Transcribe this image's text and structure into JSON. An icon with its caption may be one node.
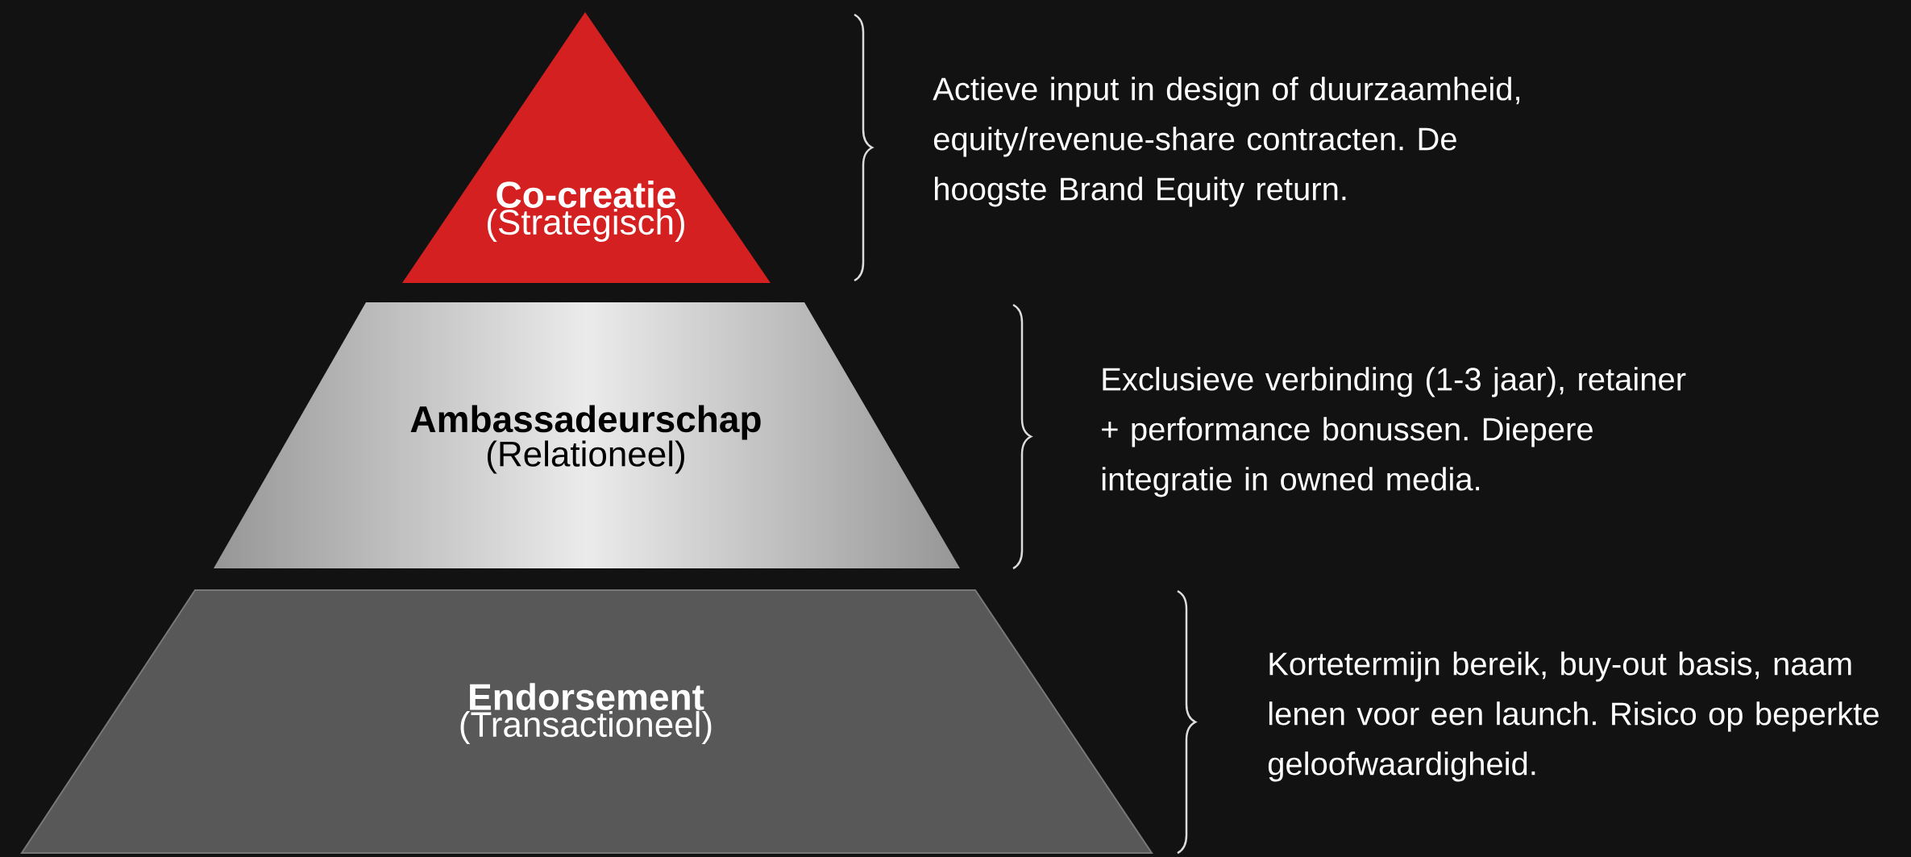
{
  "diagram": {
    "nodes": [
      {
        "text": [
          "Co-creatie",
          "(Strategisch)"
        ]
      },
      {
        "text": [
          "Ambassadeurschap",
          "(Relationeel)"
        ]
      },
      {
        "text": [
          "Endorsement",
          "(Transactioneel)"
        ]
      }
    ],
    "labels": [
      "Actieve input in design of duurzaamheid, equity/revenue-share contracten. De hoogste Brand Equity return.",
      "Exclusieve verbinding (1-3 jaar), retainer + performance bonussen. Diepere integratie in owned media.",
      "Kortetermijn bereik, buy-out basis, naam lenen voor een launch. Risico op beperkte geloofwaardigheid."
    ]
  }
}
